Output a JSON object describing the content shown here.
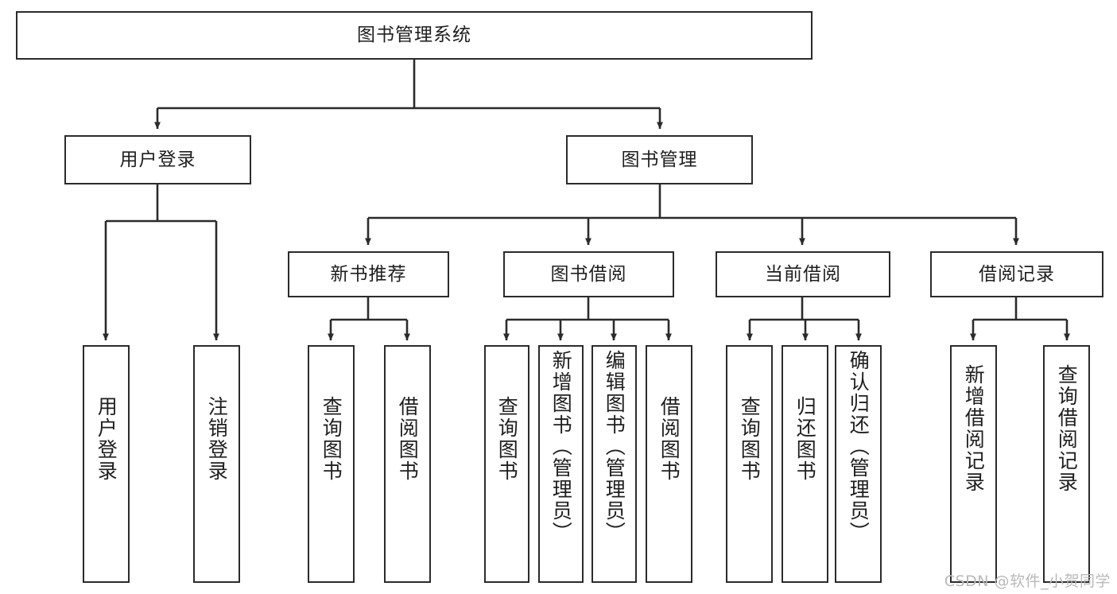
{
  "diagram": {
    "title": "图书管理系统",
    "type": "tree-hierarchy",
    "root": {
      "label": "图书管理系统"
    },
    "level2": [
      {
        "label": "用户登录"
      },
      {
        "label": "图书管理"
      }
    ],
    "level3": [
      {
        "label": "新书推荐"
      },
      {
        "label": "图书借阅"
      },
      {
        "label": "当前借阅"
      },
      {
        "label": "借阅记录"
      }
    ],
    "leaves": {
      "user_login": [
        {
          "label": "用户登录"
        },
        {
          "label": "注销登录"
        }
      ],
      "new_book_recommend": [
        {
          "label": "查询图书"
        },
        {
          "label": "借阅图书"
        }
      ],
      "book_borrow": [
        {
          "label": "查询图书"
        },
        {
          "label": "新增图书（管理员）"
        },
        {
          "label": "编辑图书（管理员）"
        },
        {
          "label": "借阅图书"
        }
      ],
      "current_borrow": [
        {
          "label": "查询图书"
        },
        {
          "label": "归还图书"
        },
        {
          "label": "确认归还（管理员）"
        }
      ],
      "borrow_record": [
        {
          "label": "新增借阅记录"
        },
        {
          "label": "查询借阅记录"
        }
      ]
    }
  },
  "watermark": {
    "text": "CSDN @软件_小贺同学"
  },
  "colors": {
    "border": "#2b2b2b",
    "text": "#1e1e1e",
    "background": "#ffffff",
    "watermark": "#b9b9b9"
  }
}
